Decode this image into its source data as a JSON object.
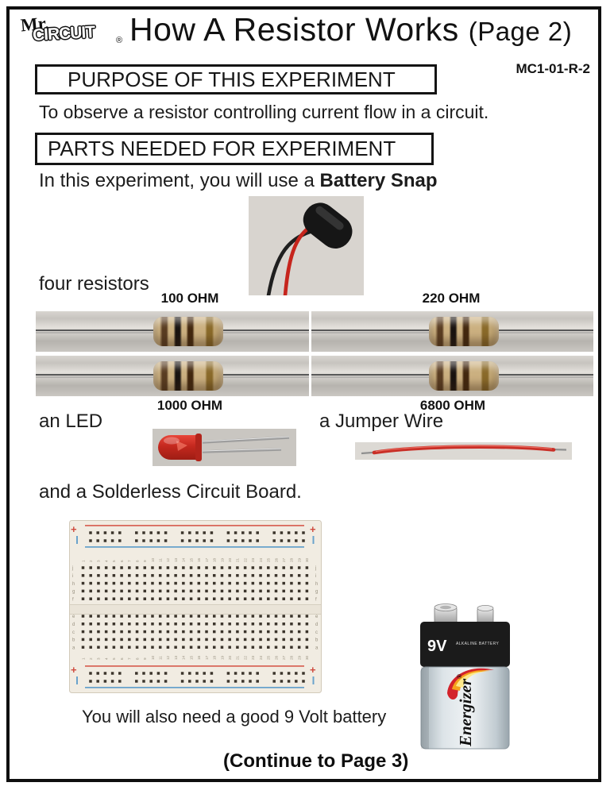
{
  "header": {
    "logo_mr": "Mr.",
    "logo_circuit": "CIRCUIT",
    "logo_reg": "®",
    "title": "How A Resistor Works",
    "title_page": "(Page 2)",
    "doc_code": "MC1-01-R-2"
  },
  "sections": {
    "purpose_heading": "PURPOSE OF THIS EXPERIMENT",
    "purpose_text": "To observe a resistor controlling current flow in a circuit.",
    "parts_heading": "PARTS NEEDED FOR EXPERIMENT",
    "intro_prefix": "In this experiment, you will use a ",
    "intro_bold": "Battery Snap",
    "four_resistors": "four resistors",
    "led_label": "an LED",
    "jumper_label": "a Jumper Wire",
    "board_sentence": "and a Solderless Circuit Board.",
    "battery_note": "You will also need a good 9 Volt battery",
    "continue_note": "(Continue to Page 3)"
  },
  "resistors": [
    {
      "label": "100 OHM"
    },
    {
      "label": "220 OHM"
    },
    {
      "label": "1000 OHM"
    },
    {
      "label": "6800 OHM"
    }
  ],
  "battery": {
    "voltage": "9V",
    "type": "ALKALINE BATTERY",
    "brand": "Energizer",
    "reg": "®"
  },
  "breadboard": {
    "columns": 30,
    "top_row_letters": [
      "j",
      "i",
      "h",
      "g",
      "f"
    ],
    "bottom_row_letters": [
      "e",
      "d",
      "c",
      "b",
      "a"
    ],
    "plus": "+",
    "rail_groups": 5,
    "rail_group_holes": 5
  },
  "colors": {
    "frame": "#0f0f0f",
    "wire_red": "#c6251d",
    "wire_black": "#1f1f1f",
    "rail_red": "#d9695c",
    "rail_blue": "#6aa3cc",
    "board": "#f1ece2",
    "resistor_body": "#cbb080",
    "battery_black": "#1b1b1b"
  }
}
